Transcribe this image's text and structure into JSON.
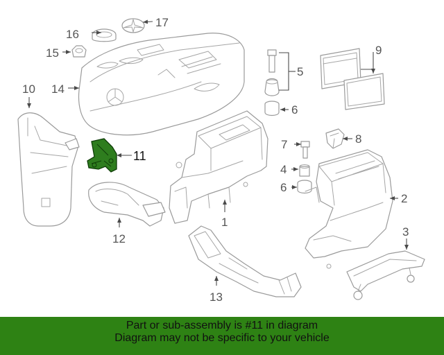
{
  "highlighted_part": "11",
  "colors": {
    "highlight": "#2e7d1e",
    "banner": "#2e8214",
    "line": "#9a9a9a"
  },
  "callouts": {
    "c1": "1",
    "c2": "2",
    "c3": "3",
    "c4": "4",
    "c5": "5",
    "c6a": "6",
    "c6b": "6",
    "c7": "7",
    "c8": "8",
    "c9": "9",
    "c10": "10",
    "c11": "11",
    "c12": "12",
    "c13": "13",
    "c14": "14",
    "c15": "15",
    "c16": "16",
    "c17": "17"
  },
  "banner": {
    "line1": "Part or sub-assembly is #11 in diagram",
    "line2": "Diagram may not be specific to your vehicle"
  }
}
